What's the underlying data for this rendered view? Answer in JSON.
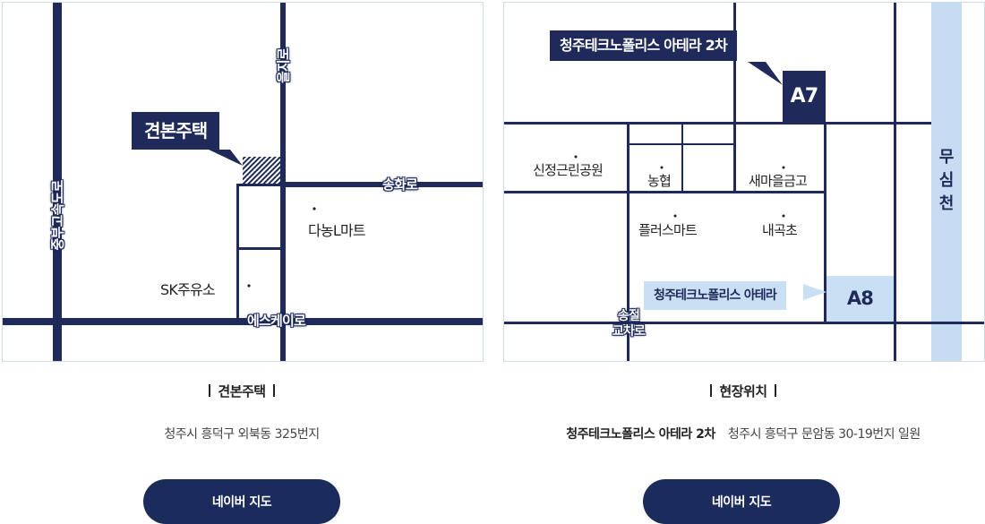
{
  "left": {
    "map": {
      "roads": {
        "jungbu": "중부고속도로",
        "eulji": "을지로",
        "songhwa": "송화로",
        "esk": "에스케이로"
      },
      "poi": {
        "danong": "다농L마트",
        "sk": "SK주유소"
      },
      "tag": "견본주택"
    },
    "caption": "견본주택",
    "address": "청주시 흥덕구 외북동 325번지",
    "button": "네이버 지도"
  },
  "right": {
    "map": {
      "stream": [
        "무",
        "심",
        "천"
      ],
      "poi": {
        "park": "신정근린공원",
        "nonghyup": "농협",
        "saemaeul": "새마을금고",
        "plus": "플러스마트",
        "naegok": "내곡초"
      },
      "junction": [
        "송절",
        "교차로"
      ],
      "tag_a7_label": "청주테크노폴리스 아테라 2차",
      "tag_a8_label": "청주테크노폴리스 아테라",
      "a7": "A7",
      "a8": "A8"
    },
    "caption": "현장위치",
    "address_strong": "청주테크노폴리스 아테라 2차",
    "address": "청주시 흥덕구 문암동 30-19번지 일원",
    "button": "네이버 지도"
  },
  "colors": {
    "road": "#1f2a5a",
    "button": "#1b2b5c",
    "stream": "#c6dcf2",
    "light_tag": "#c9dff3"
  }
}
